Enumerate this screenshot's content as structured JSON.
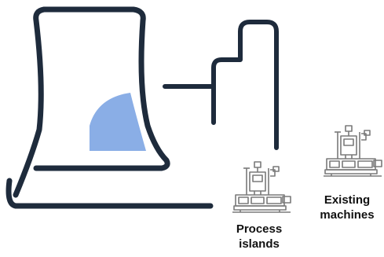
{
  "diagram": {
    "colors": {
      "outline": "#1e2b3c",
      "accent": "#8aaee6",
      "machine_line": "#7a7a7a",
      "text": "#111111"
    },
    "icons": {
      "cooling_tower": "cooling-tower-icon",
      "flame": "quarter-flame-shape",
      "pipe": "steam-pipe",
      "machine": "industrial-machine-icon"
    },
    "process_islands": {
      "label_line1": "Process",
      "label_line2": "islands"
    },
    "existing_machines": {
      "label_line1": "Existing",
      "label_line2": "machines"
    }
  }
}
